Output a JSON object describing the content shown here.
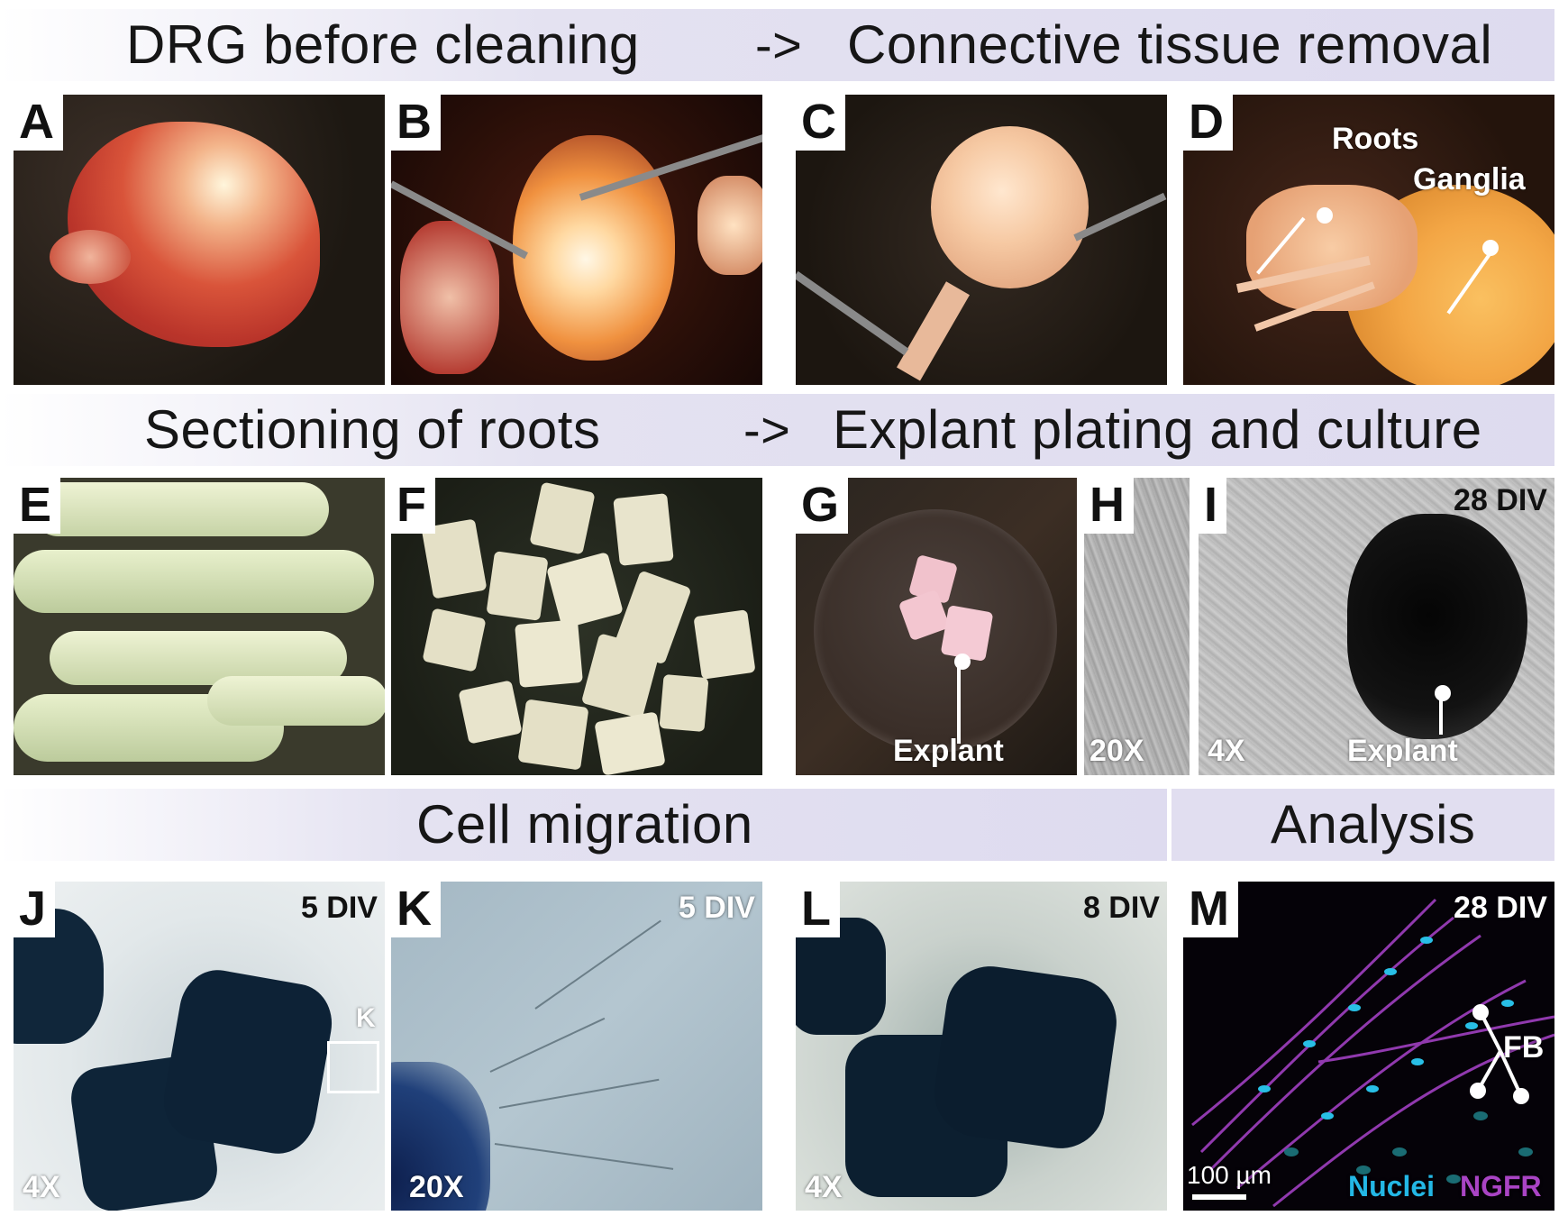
{
  "headers": {
    "row1_left": "DRG before cleaning",
    "row1_arrow": "->",
    "row1_right": "Connective tissue removal",
    "row2_left": "Sectioning of roots",
    "row2_arrow": "->",
    "row2_right": "Explant plating and culture",
    "row3_left": "Cell migration",
    "row3_right": "Analysis"
  },
  "panels": {
    "A": {
      "letter": "A"
    },
    "B": {
      "letter": "B"
    },
    "C": {
      "letter": "C"
    },
    "D": {
      "letter": "D",
      "label_roots": "Roots",
      "label_ganglia": "Ganglia"
    },
    "E": {
      "letter": "E"
    },
    "F": {
      "letter": "F"
    },
    "G": {
      "letter": "G",
      "label_explant": "Explant"
    },
    "H": {
      "letter": "H",
      "magnification": "20X"
    },
    "I": {
      "letter": "I",
      "time": "28 DIV",
      "magnification": "4X",
      "label_explant": "Explant"
    },
    "J": {
      "letter": "J",
      "time": "5 DIV",
      "magnification": "4X",
      "inset_label": "K"
    },
    "K": {
      "letter": "K",
      "time": "5 DIV",
      "magnification": "20X"
    },
    "L": {
      "letter": "L",
      "time": "8 DIV",
      "magnification": "4X"
    },
    "M": {
      "letter": "M",
      "time": "28 DIV",
      "label_fb": "FB",
      "scale_bar": "100 µm",
      "legend_nuclei": "Nuclei",
      "legend_ngfr": "NGFR"
    }
  },
  "colors": {
    "nuclei": "#23b7e5",
    "ngfr": "#a944c4"
  }
}
